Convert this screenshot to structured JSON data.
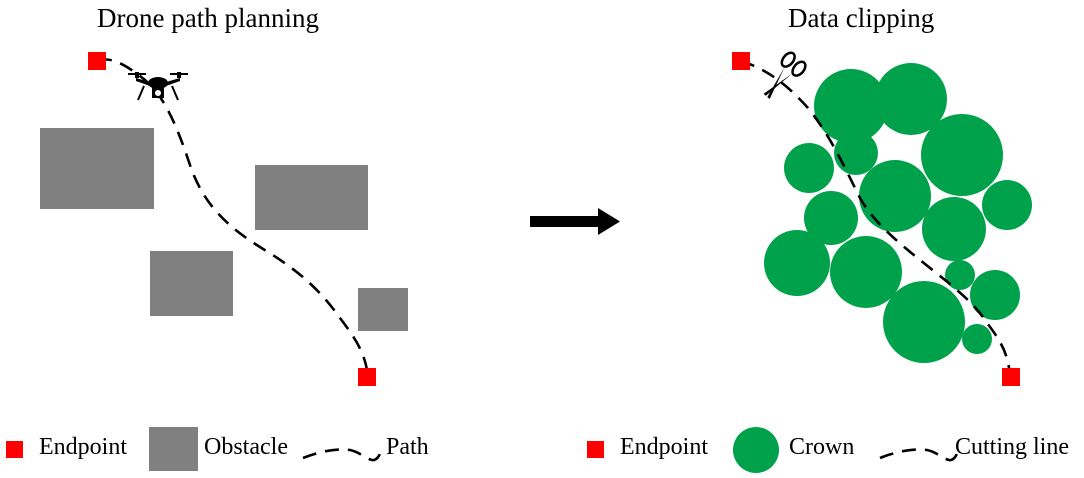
{
  "panels": {
    "left": {
      "title": "Drone path planning"
    },
    "right": {
      "title": "Data clipping"
    }
  },
  "legend": {
    "left": {
      "endpoint": "Endpoint",
      "obstacle": "Obstacle",
      "path": "Path"
    },
    "right": {
      "endpoint": "Endpoint",
      "crown": "Crown",
      "cutting_line": "Cutting line"
    }
  },
  "colors": {
    "endpoint": "#ff0000",
    "obstacle": "#808080",
    "crown": "#00a14b",
    "line": "#000000"
  },
  "icons": [
    "drone-icon",
    "scissors-icon",
    "arrow-right-icon"
  ]
}
